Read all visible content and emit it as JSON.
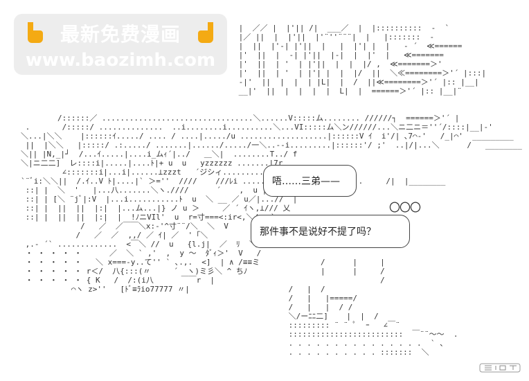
{
  "watermark": {
    "title": "最新免费漫画",
    "url": "www.baozimh.com"
  },
  "dialogue": {
    "line_1": "唔……三弟——",
    "line_2": "那件事不是说好不提了吗？"
  },
  "decor": {
    "circles": "〇〇〇",
    "finger_color": "#f4a300"
  },
  "art": {
    "block_top": " |  ／／ |  |'|| /|  ___／  |  |::::::::::  -  `\n |／ ||  |  |'||  |'¨''¨¨¨|  |   |:::::::  -\n |  ||  |'-| |'||  |   |  |'| |  |   ‐ ´  ≪======\n |'  ||  |  ‐| |'||  |-|  |  |'  |   ≪=======\n |'  ||  | '  | |'||  |  |  |/ ,  ≪=======＞'\n |'  ||  | '  | |'| |  |  |/  ||  ＼≪========＞'´ |:::|\n ‐|'  ||  |  |  | |L|  |  /  ||≪========＞'´ |:: |__|\n __|'  ||  |  |  |  |  L|  |  ======＞'´ |:: |__|¨",
    "block_left": "        /::::::／ .................................＼......V:::::ム........ //////┐  ======＞'´ |\n .       /:::::/ ..............  ..i........i..........＼...VI:::::ム＼ン//////...＼ニ二ニ＝''´/::::|__|-'\n＼...|＼＼    |::::::ｲ...../ .... / ....|...../u ...................|::::::V ｲ  i'/| ､7⌒-'   /_|⌒'  _________\n ||  |＼＼   |:::::/ .:...../ .......|....../...../一＼..-‐i.........|::::::'/ ;'  ..|/|...＼      /   ________\n＼|| |N,_|┘  /...ｲ.....|....i_ムｨ´|../   ＿＼|  ........T../ f\n＼|ニ二二]  レ::::i|.....|....ﾄ|+ u  u   yzzzzzz .......|7r\n         ∠:::::::i|...i|......⊥zzzt   ´ジシィ...........|/|  ;乂\n`¨ﾞi:＼＼||  /.ｲ..V ﾄ|....|` ＞=''  ////    ///ﾚi .....'/|;;;/ ／ ／.........     /|  |________\n ::| |  ＼  '   |...八.......＼ヽ.////      ´    ,  u |  .. j/ f\n ::| | [＼ ¨jﾞ|:V  |...i...........ﾄ  u  ＼ __ ／ u／|...//  |\n ::| |  ||  ||  |:|  |...ム...|} ノ u ＞     ／ ´ ｲヽ,⊥/// 乂\n ::| |  ||  ||  |:|  |  !ﾉニVIl'  u  r=寸===<:ir<,＼/⌒ヽ`\n             /   ／  ／￣￣＼x:‐'^寸¨¨/＼  ＼  V\n            /   ／  ／  ,,/ ／ ｲ| ／  '「＼\n ,.- ´` .............  <￣＼ //  u   {l.j|  ／  ﾘ  ＼\n ・ ・ ・ ・ ・      ／  ＼ ` ,'  ,  y ～  ﾀﾞｨ＞'  V   /\n ・ ・ ・ ・ ・   ＼ x===-y..て'' ` ､.,.  <]  | ∧ /≡≡ミ\n ・ ・ ・ ・ ・ r＜/  八{:::(〃     ´  ヽ)ミ彡＼ ^ ちﾉ\n ・ ・ ・ ・ ・ { K   /  /:(i八      ￣￣r  |\n           ⌒ヽ z>''   [ﾄﾞ≡ﾗio77777 〃|",
    "block_right": "        /      |     |\n        |      |     /\n                     /\n /   |  /\n /   |   |=====/\n /   |   |  / /\n ＼/ーﾆﾆ二]    |  |  /\n ::::::::: ¨ ¨ ﾟ  ｰ   ∠￣¨\n :::::::::::::::::::::::::  ￣¨¨～～  .\n . . . . . . . . . . . . . . .  ` 、\n . . . . . . . . . . :::::::  ＼"
  }
}
